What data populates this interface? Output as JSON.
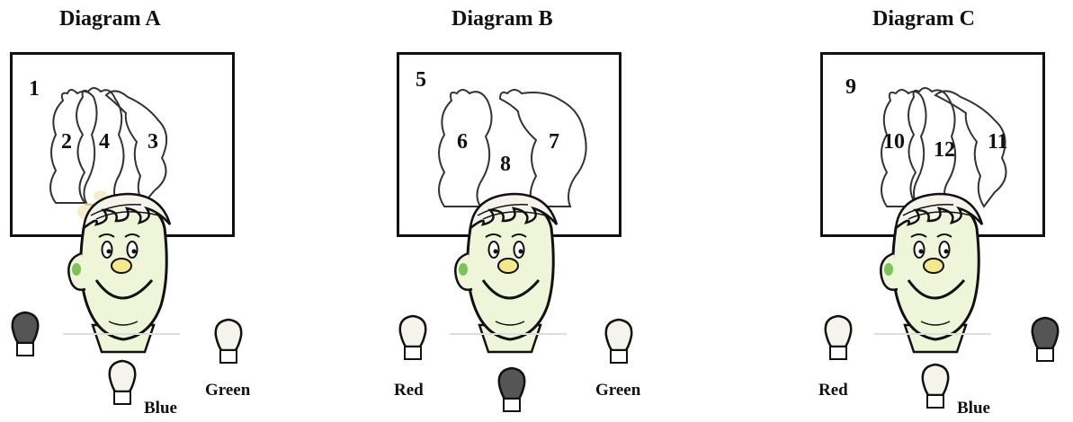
{
  "diagrams": [
    {
      "title": "Diagram A",
      "numbers": [
        "1",
        "2",
        "4",
        "3"
      ],
      "bulbs": [
        {
          "color": "#555555",
          "label": ""
        },
        {
          "color": "#f4f4ec",
          "label": "Blue"
        },
        {
          "color": "#f4f4ec",
          "label": "Green"
        }
      ]
    },
    {
      "title": "Diagram B",
      "numbers": [
        "5",
        "6",
        "8",
        "7"
      ],
      "bulbs": [
        {
          "color": "#f4f4ec",
          "label": "Red"
        },
        {
          "color": "#555555",
          "label": ""
        },
        {
          "color": "#f4f4ec",
          "label": "Green"
        }
      ]
    },
    {
      "title": "Diagram C",
      "numbers": [
        "9",
        "10",
        "12",
        "11"
      ],
      "bulbs": [
        {
          "color": "#f4f4ec",
          "label": "Red"
        },
        {
          "color": "#f4f4ec",
          "label": "Blue"
        },
        {
          "color": "#555555",
          "label": ""
        }
      ]
    }
  ]
}
